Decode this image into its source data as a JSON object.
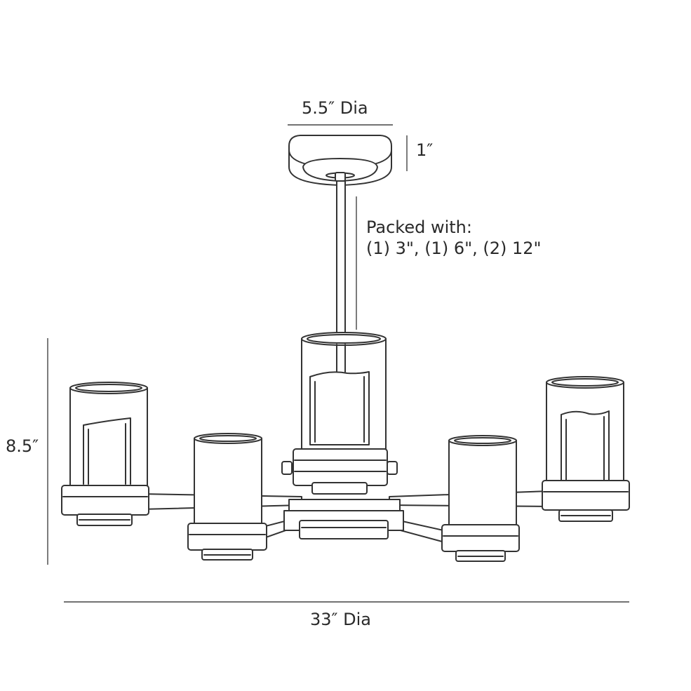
{
  "dimensions": {
    "canopy_diameter": "5.5″ Dia",
    "canopy_height": "1″",
    "overall_height": "8.5″",
    "overall_width": "33″ Dia"
  },
  "packed_with": {
    "line1": "Packed with:",
    "line2": "(1) 3\", (1) 6\", (2) 12\""
  }
}
